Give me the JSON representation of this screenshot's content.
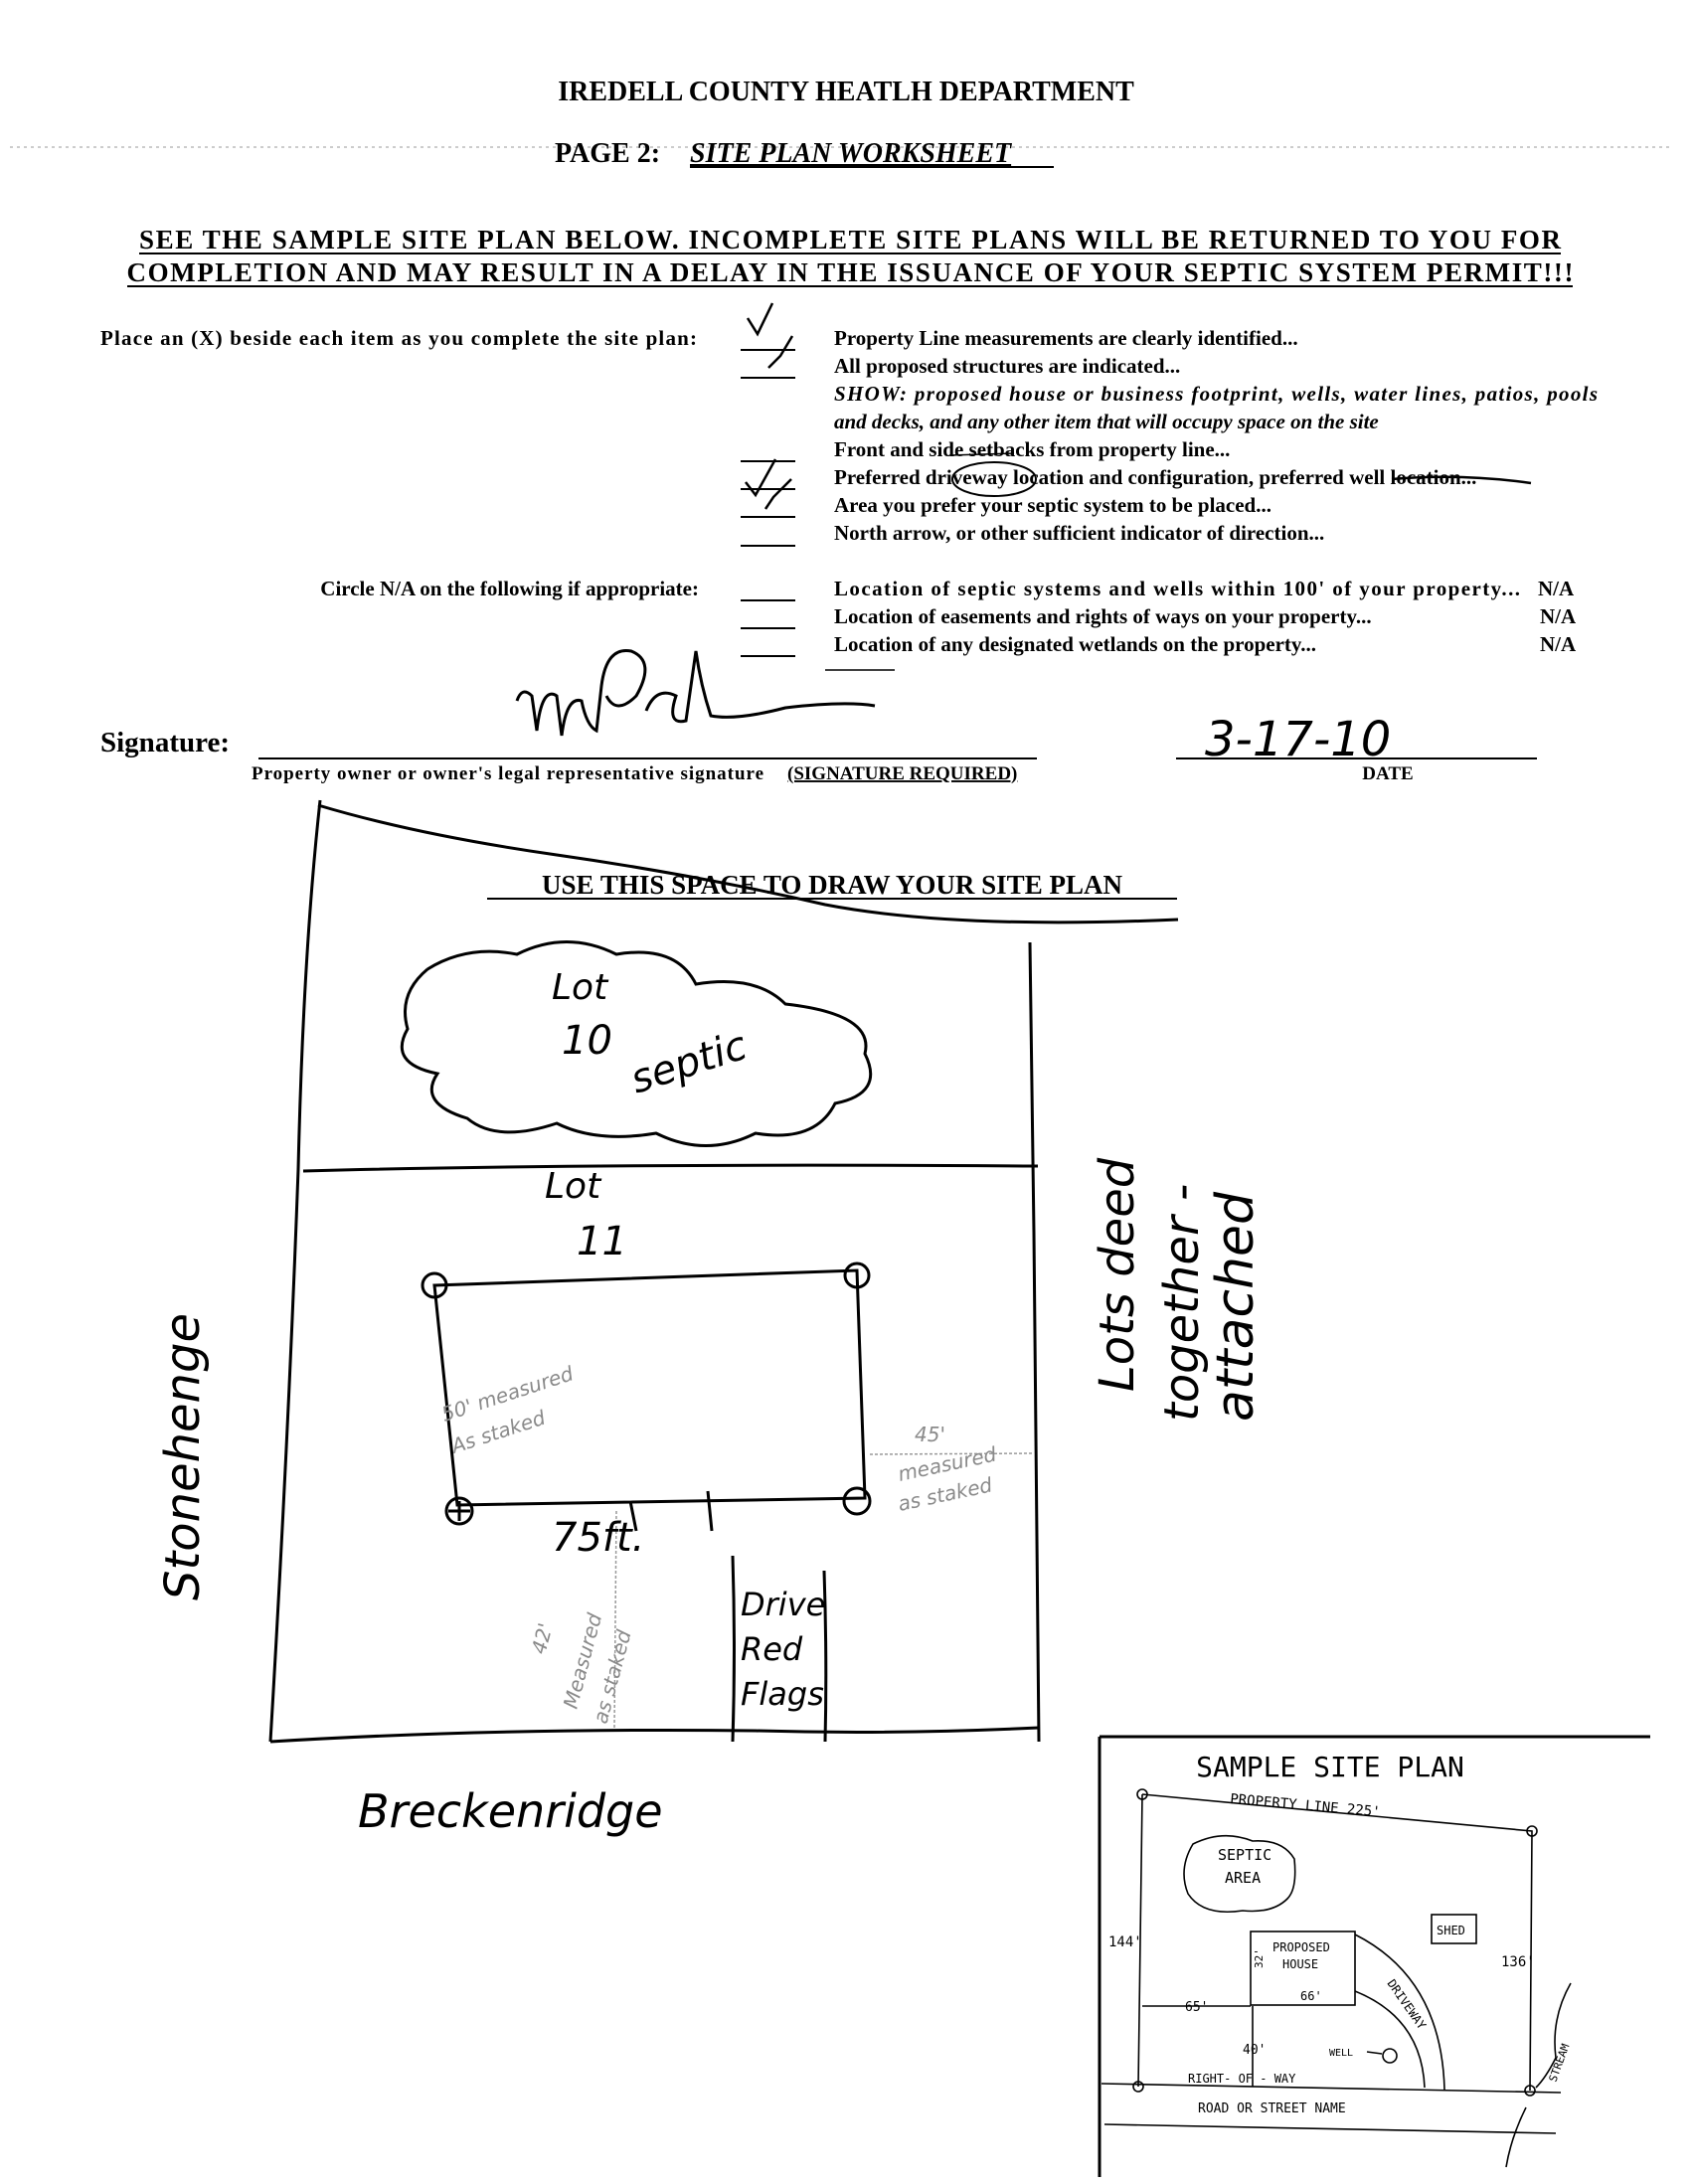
{
  "header": {
    "department": "IREDELL COUNTY HEATLH DEPARTMENT",
    "page_label": "PAGE 2:",
    "page_title": "SITE PLAN WORKSHEET"
  },
  "warning": {
    "line1": "SEE THE SAMPLE SITE PLAN BELOW.  INCOMPLETE SITE PLANS WILL BE RETURNED TO YOU FOR",
    "line2": "COMPLETION AND MAY RESULT IN A DELAY IN THE ISSUANCE OF YOUR SEPTIC SYSTEM PERMIT!!!"
  },
  "checklist": {
    "instruction": "Place an (X) beside each item as you complete the site plan:",
    "items": [
      {
        "text": "Property Line measurements are clearly identified...",
        "checked": true
      },
      {
        "text": "All proposed structures are indicated...",
        "checked": true
      },
      {
        "text": "SHOW: proposed house or business footprint, wells, water lines, patios, pools"
      },
      {
        "text": "and decks, and any other item that will occupy space on the site"
      },
      {
        "text": "Front and side setbacks from property line...",
        "checked": false
      },
      {
        "text": "Preferred driveway location and configuration, preferred well location...",
        "checked": true
      },
      {
        "text": "Area you prefer your septic system to be placed...",
        "checked": true
      },
      {
        "text": "North arrow, or other sufficient indicator of direction...",
        "checked": false
      }
    ]
  },
  "na_section": {
    "instruction": "Circle N/A on the following if appropriate:",
    "items": [
      {
        "text": "Location of septic systems and wells within 100' of your property...",
        "na": "N/A"
      },
      {
        "text": "Location of easements and rights of ways on your property...",
        "na": "N/A"
      },
      {
        "text": "Location of any designated wetlands on the property...",
        "na": "N/A"
      }
    ]
  },
  "signature": {
    "label": "Signature:",
    "caption": "Property owner or owner's legal representative signature",
    "required": "(SIGNATURE REQUIRED)",
    "signed_name": "mPal",
    "date_value": "3-17-10",
    "date_label": "DATE"
  },
  "drawing_area": {
    "heading": "USE THIS SPACE TO DRAW YOUR SITE PLAN",
    "annotations": {
      "lot10_a": "Lot",
      "lot10_b": "10",
      "septic": "septic",
      "lot11_a": "Lot",
      "lot11_b": "11",
      "side_street": "Stonehenge",
      "front_street": "Breckenridge",
      "house_width": "75ft.",
      "drive1": "Drive",
      "drive2": "Red",
      "drive3": "Flags",
      "note1": "Lots deed",
      "note2": "together -",
      "note3": "attached",
      "pencil_left_a": "50' measured",
      "pencil_left_b": "As staked",
      "pencil_right_a": "45'",
      "pencil_right_b": "measured",
      "pencil_right_c": "as staked",
      "pencil_front_a": "42'",
      "pencil_front_b": "Measured",
      "pencil_front_c": "as staked"
    }
  },
  "sample_plan": {
    "title": "SAMPLE SITE PLAN",
    "property_line": "PROPERTY LINE 225'",
    "septic_a": "SEPTIC",
    "septic_b": "AREA",
    "shed": "SHED",
    "left_len": "144'",
    "right_len": "136'",
    "house_a": "PROPOSED",
    "house_b": "HOUSE",
    "house_depth": "32'",
    "house_width": "66'",
    "setback_side": "65'",
    "setback_front": "40'",
    "driveway": "DRIVEWAY",
    "well": "WELL",
    "row": "RIGHT- OF - WAY",
    "road": "ROAD OR STREET NAME",
    "stream": "STREAM"
  }
}
